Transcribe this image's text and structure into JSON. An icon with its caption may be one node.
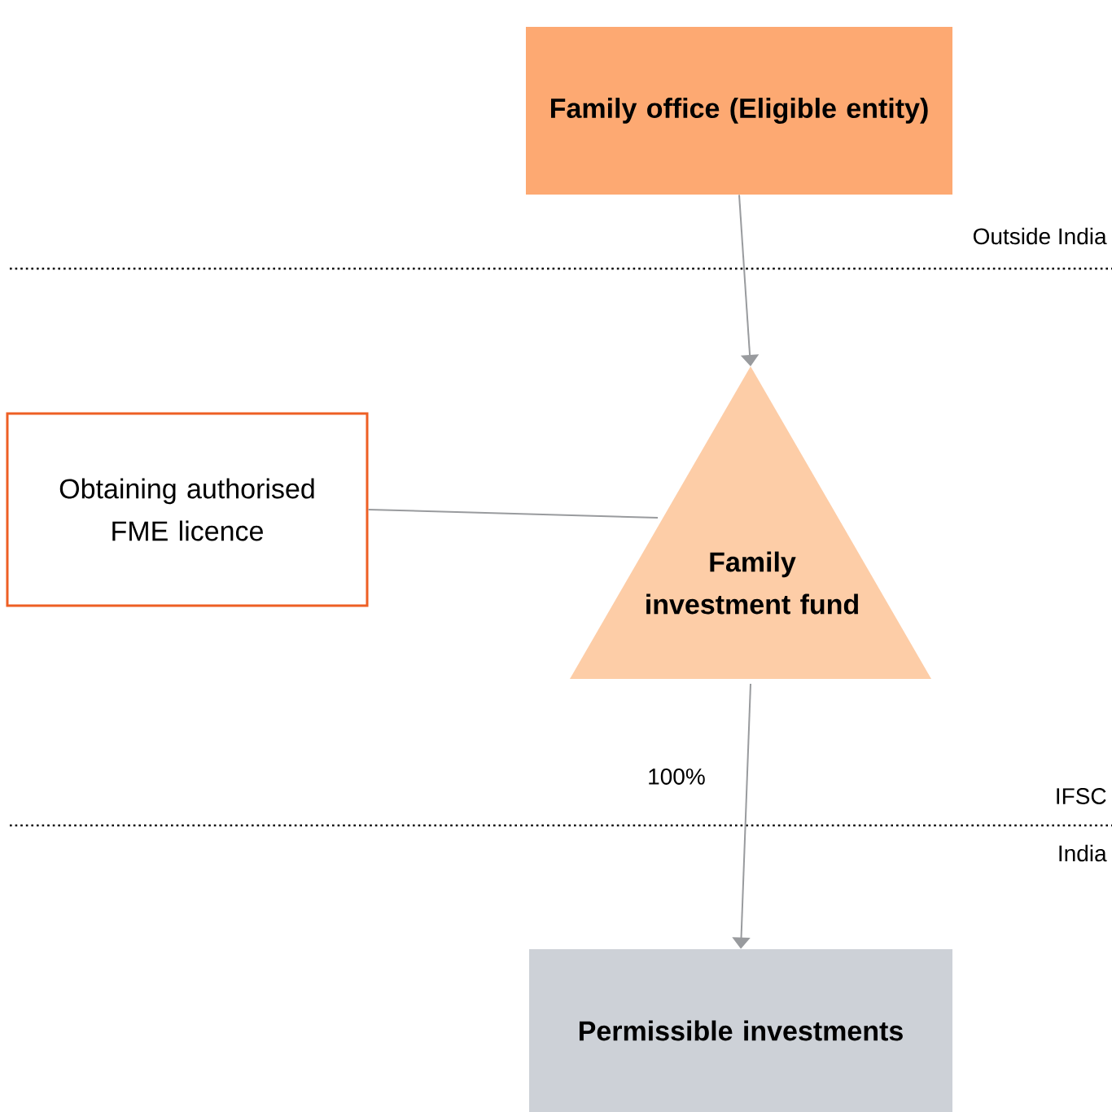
{
  "diagram": {
    "nodes": [
      {
        "text": [
          "Family office (Eligible entity)"
        ]
      },
      {
        "text": [
          "Family investment fund"
        ]
      },
      {
        "text": [
          "Obtaining authorised FME licence"
        ]
      },
      {
        "text": [
          "Permissible investments"
        ]
      }
    ],
    "edges": [
      {
        "from": 0,
        "to": 1,
        "arrow": "to"
      },
      {
        "from": 2,
        "to": 1,
        "arrow": "none"
      },
      {
        "from": 1,
        "to": 3,
        "arrow": "to",
        "label": "100%"
      }
    ],
    "labels": [
      "Outside India",
      "IFSC",
      "India"
    ]
  }
}
